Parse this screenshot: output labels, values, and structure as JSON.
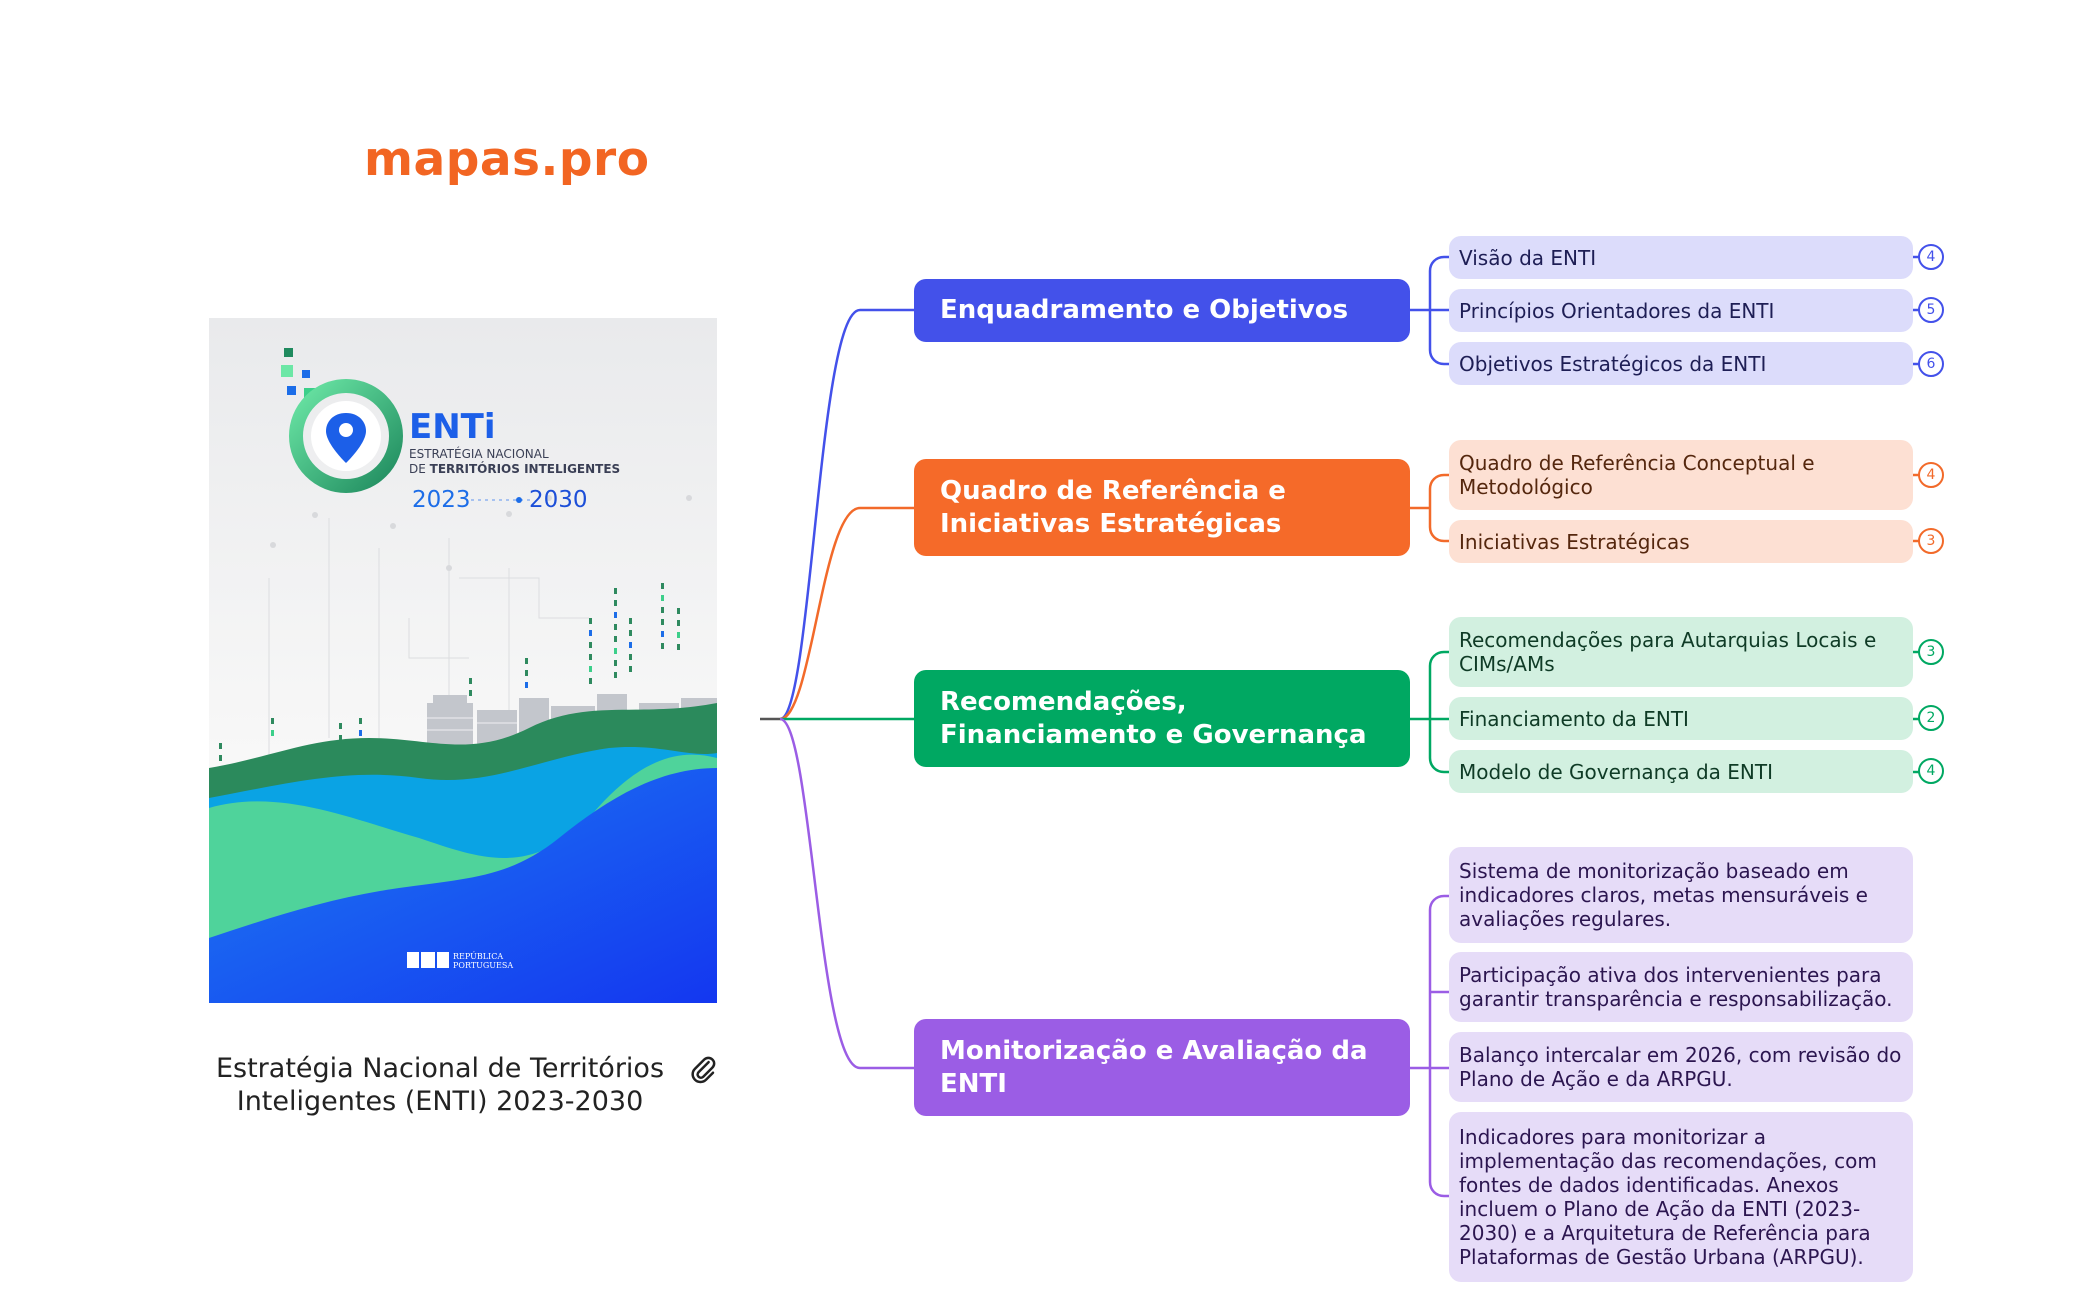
{
  "brand": {
    "name": "mapas.pro"
  },
  "colors": {
    "blue": "#4351ea",
    "orange": "#f56a29",
    "green": "#00a862",
    "purple": "#9b5de5",
    "brand": "#f26522"
  },
  "cover": {
    "logo": "ENTi",
    "subtitle_line1": "ESTRATÉGIA NACIONAL",
    "subtitle_line2_prefix": "DE ",
    "subtitle_line2_bold": "TERRITÓRIOS INTELIGENTES",
    "year_start": "2023",
    "year_end": "2030",
    "publisher_line1": "REPÚBLICA",
    "publisher_line2": "PORTUGUESA"
  },
  "root": {
    "title_line1": "Estratégia Nacional de Territórios",
    "title_line2": "Inteligentes (ENTI) 2023-2030",
    "attachment_icon": "paperclip-icon"
  },
  "branches": [
    {
      "label": "Enquadramento e Objetivos",
      "color": "blue",
      "leaves": [
        {
          "text": "Visão da ENTI",
          "count": "4"
        },
        {
          "text": "Princípios Orientadores da ENTI",
          "count": "5"
        },
        {
          "text": "Objetivos Estratégicos da ENTI",
          "count": "6"
        }
      ]
    },
    {
      "label": "Quadro de Referência e Iniciativas Estratégicas",
      "color": "orange",
      "leaves": [
        {
          "text": "Quadro de Referência Conceptual e Metodológico",
          "count": "4"
        },
        {
          "text": "Iniciativas Estratégicas",
          "count": "3"
        }
      ]
    },
    {
      "label": "Recomendações, Financiamento e Governança",
      "color": "green",
      "leaves": [
        {
          "text": "Recomendações para Autarquias Locais e CIMs/AMs",
          "count": "3"
        },
        {
          "text": "Financiamento da ENTI",
          "count": "2"
        },
        {
          "text": "Modelo de Governança da ENTI",
          "count": "4"
        }
      ]
    },
    {
      "label": "Monitorização e Avaliação da ENTI",
      "color": "purple",
      "leaves": [
        {
          "text": "Sistema de monitorização baseado em indicadores claros, metas mensuráveis e avaliações regulares."
        },
        {
          "text": "Participação ativa dos intervenientes para garantir transparência e responsabilização."
        },
        {
          "text": "Balanço intercalar em 2026, com revisão do Plano de Ação e da ARPGU."
        },
        {
          "text": "Indicadores para monitorizar a implementação das recomendações, com fontes de dados identificadas.  Anexos incluem o Plano de Ação da ENTI (2023-2030) e a Arquitetura de Referência para Plataformas de Gestão Urbana (ARPGU)."
        }
      ]
    }
  ]
}
